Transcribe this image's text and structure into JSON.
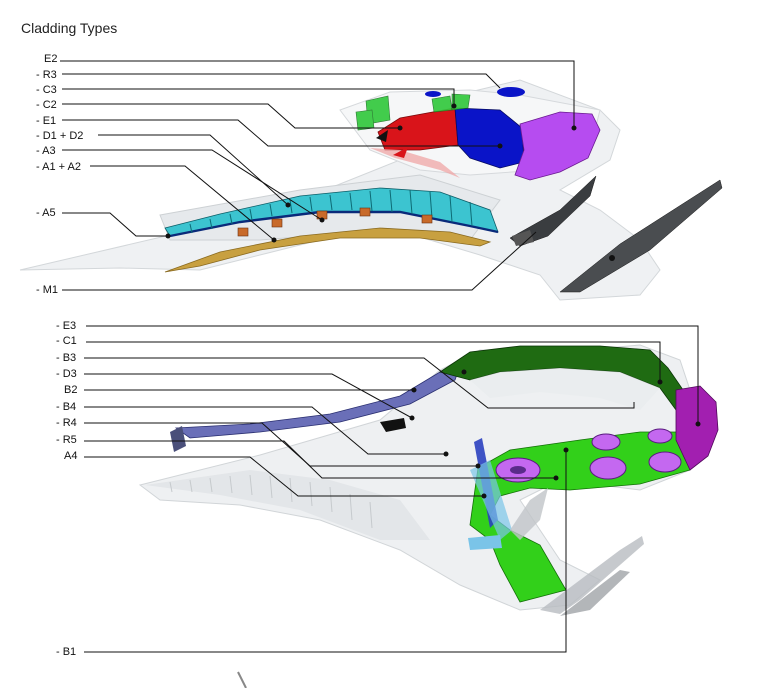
{
  "title": "Cladding Types",
  "labels_top": [
    "E2",
    "- R3",
    "- C3",
    "- C2",
    "- E1",
    "- D1 + D2",
    "- A3",
    "- A1 + A2",
    "- A5",
    "- M1"
  ],
  "labels_bottom": [
    "- E3",
    "- C1",
    "- B3",
    "- D3",
    "B2",
    "- B4",
    "- R4",
    "- R5",
    "A4",
    "- B1"
  ],
  "colors": {
    "green": "#2e9c1a",
    "dark_green": "#1f6b12",
    "red": "#d9141a",
    "blue": "#0a14c8",
    "purple": "#b64cf0",
    "dark_purple": "#a21fb0",
    "cyan": "#3cc4d0",
    "lavender": "#6a6fb8",
    "orange": "#c86a2a",
    "gold": "#c8a040",
    "black": "#111111"
  }
}
